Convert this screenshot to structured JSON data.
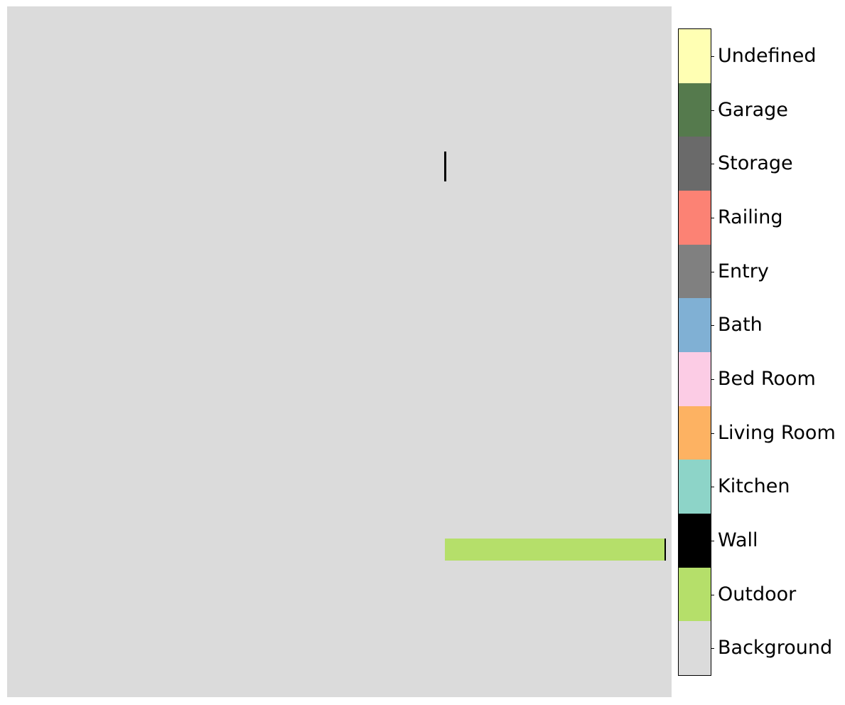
{
  "plan": {
    "background_color": "#dbdbdb",
    "regions": [
      {
        "name": "wall-segment-vertical-upper",
        "label": "Wall",
        "color": "#000000"
      },
      {
        "name": "outdoor-strip",
        "label": "Outdoor",
        "color": "#b5df6a"
      },
      {
        "name": "wall-segment-vertical-lower",
        "label": "Wall",
        "color": "#000000"
      }
    ]
  },
  "legend": {
    "items": [
      {
        "label": "Undefined",
        "color": "#ffffb3"
      },
      {
        "label": "Garage",
        "color": "#557a4d"
      },
      {
        "label": "Storage",
        "color": "#6a6a6a"
      },
      {
        "label": "Railing",
        "color": "#fc8274"
      },
      {
        "label": "Entry",
        "color": "#808080"
      },
      {
        "label": "Bath",
        "color": "#80b0d4"
      },
      {
        "label": "Bed Room",
        "color": "#fccce5"
      },
      {
        "label": "Living Room",
        "color": "#fdb262"
      },
      {
        "label": "Kitchen",
        "color": "#8dd4c8"
      },
      {
        "label": "Wall",
        "color": "#000000"
      },
      {
        "label": "Outdoor",
        "color": "#b5df6a"
      },
      {
        "label": "Background",
        "color": "#dbdbdb"
      }
    ]
  }
}
